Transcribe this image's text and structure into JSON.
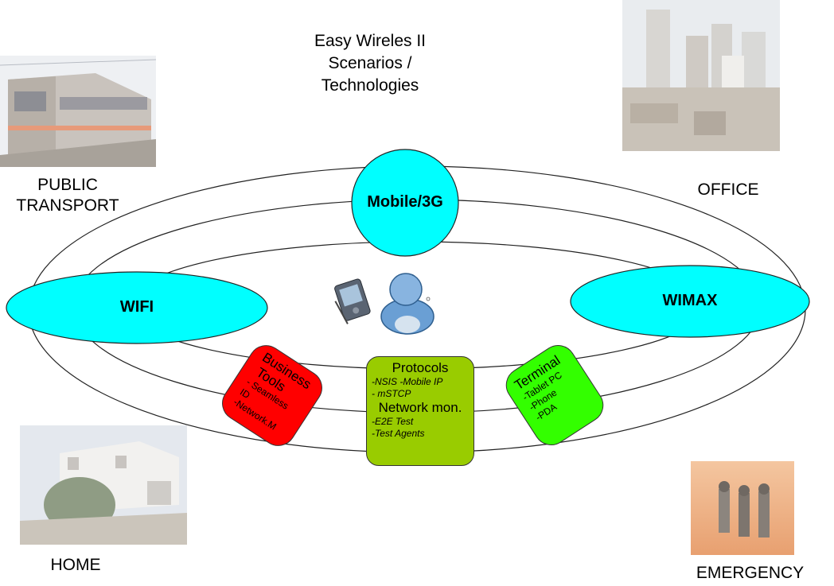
{
  "title": {
    "line1": "Easy Wireles II",
    "line2": "Scenarios /",
    "line3": "Technologies"
  },
  "scenarios": {
    "public_transport": {
      "line1": "PUBLIC",
      "line2": "TRANSPORT"
    },
    "office": "OFFICE",
    "home": "HOME",
    "emergency": "EMERGENCY"
  },
  "technologies": {
    "mobile": "Mobile/3G",
    "wifi": "WIFI",
    "wimax": "WIMAX"
  },
  "business_tools": {
    "title1": "Business",
    "title2": "Tools",
    "items": [
      "- Seamless",
      "ID",
      "-Network.M"
    ]
  },
  "protocols": {
    "title": "Protocols",
    "items1": [
      "-NSIS -Mobile IP",
      "- mSTCP"
    ],
    "subtitle": "Network mon.",
    "items2": [
      "-E2E Test",
      "-Test Agents"
    ]
  },
  "terminal": {
    "title": "Terminal",
    "items": [
      "-Tablet PC",
      "-Phone",
      "-PDA"
    ]
  },
  "colors": {
    "cyan": "#00FFFF",
    "red": "#FF0000",
    "olive": "#99CC00",
    "green": "#33FF00"
  },
  "icons": [
    "pda-icon",
    "user-icon",
    "train-photo",
    "city-photo",
    "house-photo",
    "firefighters-photo"
  ]
}
